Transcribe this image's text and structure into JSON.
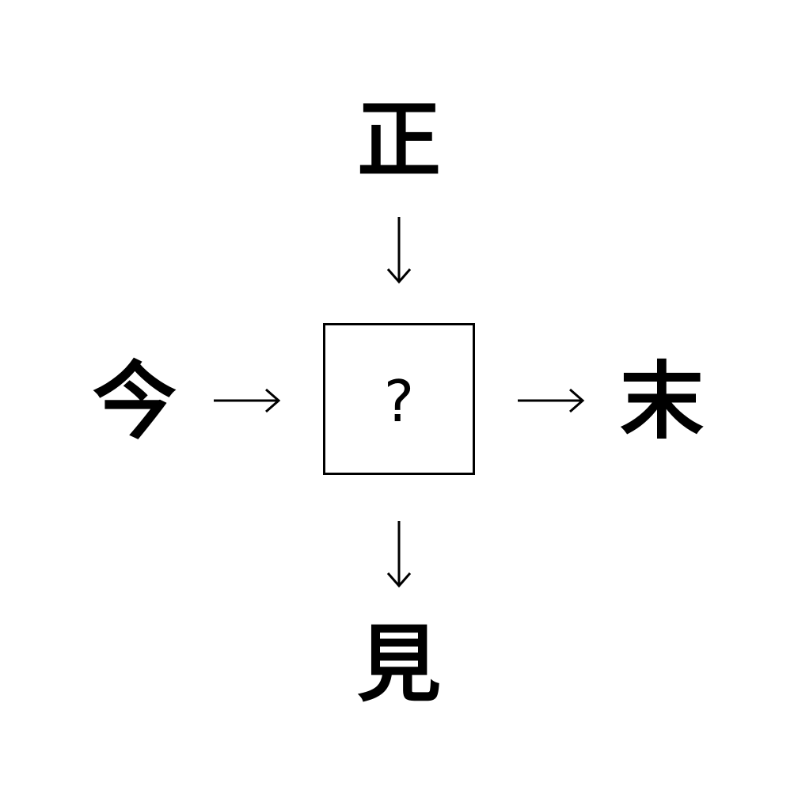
{
  "puzzle": {
    "top": "正",
    "left": "今",
    "right": "末",
    "bottom": "見",
    "center": "?"
  },
  "arrows": {
    "top_to_center": "down-arrow",
    "left_to_center": "right-arrow",
    "center_to_right": "right-arrow",
    "center_to_bottom": "down-arrow"
  },
  "colors": {
    "ink": "#000000",
    "background": "#ffffff"
  }
}
